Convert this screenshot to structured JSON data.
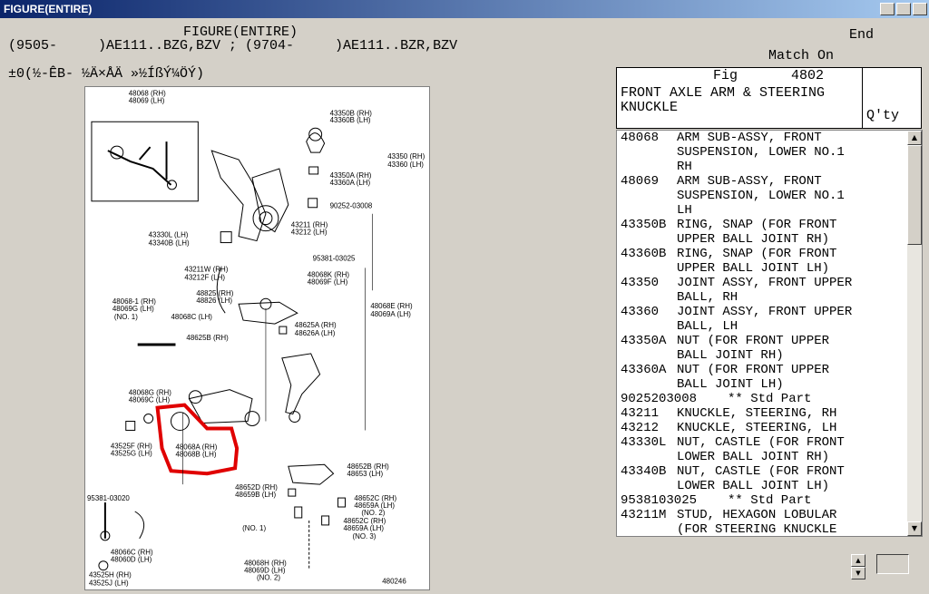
{
  "window": {
    "title": "FIGURE(ENTIRE)"
  },
  "header": {
    "heading": "FIGURE(ENTIRE)",
    "model_line": "(9505-     )AE111..BZG,BZV ; (9704-     )AE111..BZR,BZV",
    "garbled_line": "±0(½-ÊB- ½Ä×ÅÄ »½ÍßÝ¼ÖÝ)",
    "end_label": "End",
    "match_label": "Match On"
  },
  "figure": {
    "fig_label": "Fig",
    "fig_number": "4802",
    "title_line1": "FRONT AXLE ARM & STEERING",
    "title_line2": "KNUCKLE",
    "qty_label": "Q'ty"
  },
  "diagram": {
    "image_code": "480246",
    "labels": [
      "48068 (RH)",
      "48069 (LH)",
      "43350B (RH)",
      "43360B (LH)",
      "43350 (RH)",
      "43360 (LH)",
      "43350A (RH)",
      "43360A (LH)",
      "90252-03008",
      "43211 (RH)",
      "43212 (LH)",
      "43330L (LH)",
      "43340B (LH)",
      "95381-03025",
      "43211W (RH)",
      "43212F (LH)",
      "48068K (RH)",
      "48069F (LH)",
      "48825 (RH)",
      "48826 (LH)",
      "48068E (RH)",
      "48069A (LH)",
      "48068-1 (RH)",
      "48069G (LH)",
      "(NO. 1)",
      "48068C (LH)",
      "48625A (RH)",
      "48626A (LH)",
      "48625B (RH)",
      "48068G (RH)",
      "48069C (LH)",
      "43525F (RH)",
      "43525G (LH)",
      "48068A (RH)",
      "48068B (LH)",
      "48652B (RH)",
      "48653 (LH)",
      "48652D (RH)",
      "48659B (LH)",
      "95381-03020",
      "48652C (RH)",
      "48659A (LH)",
      "(NO. 2)",
      "(NO. 1)",
      "48652C (RH)",
      "48659A (LH)",
      "(NO. 3)",
      "48066C (RH)",
      "48060D (LH)",
      "48068H (RH)",
      "48069D (LH)",
      "(NO. 2)",
      "43525H (RH)",
      "43525J (LH)"
    ]
  },
  "parts": [
    {
      "num": "48068",
      "desc": "ARM SUB-ASSY, FRONT\nSUSPENSION, LOWER NO.1\nRH"
    },
    {
      "num": "48069",
      "desc": "ARM SUB-ASSY, FRONT\nSUSPENSION, LOWER NO.1\nLH"
    },
    {
      "num": "43350B",
      "desc": "RING, SNAP (FOR FRONT\nUPPER BALL JOINT RH)"
    },
    {
      "num": "43360B",
      "desc": "RING, SNAP (FOR FRONT\nUPPER BALL JOINT LH)"
    },
    {
      "num": "43350",
      "desc": "JOINT ASSY, FRONT UPPER\nBALL, RH"
    },
    {
      "num": "43360",
      "desc": "JOINT ASSY, FRONT UPPER\nBALL, LH"
    },
    {
      "num": "43350A",
      "desc": "NUT (FOR FRONT UPPER\nBALL JOINT RH)"
    },
    {
      "num": "43360A",
      "desc": "NUT (FOR FRONT UPPER\nBALL JOINT LH)"
    },
    {
      "num": "9025203008",
      "desc": "** Std Part",
      "std": true
    },
    {
      "num": "43211",
      "desc": "KNUCKLE, STEERING, RH"
    },
    {
      "num": "43212",
      "desc": "KNUCKLE, STEERING, LH"
    },
    {
      "num": "43330L",
      "desc": "NUT, CASTLE (FOR FRONT\nLOWER BALL JOINT RH)"
    },
    {
      "num": "43340B",
      "desc": "NUT, CASTLE (FOR FRONT\nLOWER BALL JOINT LH)"
    },
    {
      "num": "9538103025",
      "desc": "** Std Part",
      "std": true
    },
    {
      "num": "43211M",
      "desc": "STUD, HEXAGON LOBULAR\n(FOR STEERING KNUCKLE"
    }
  ],
  "scrollbar": {
    "up": "▲",
    "down": "▼"
  },
  "spinner": {
    "up": "▲",
    "down": "▼"
  }
}
